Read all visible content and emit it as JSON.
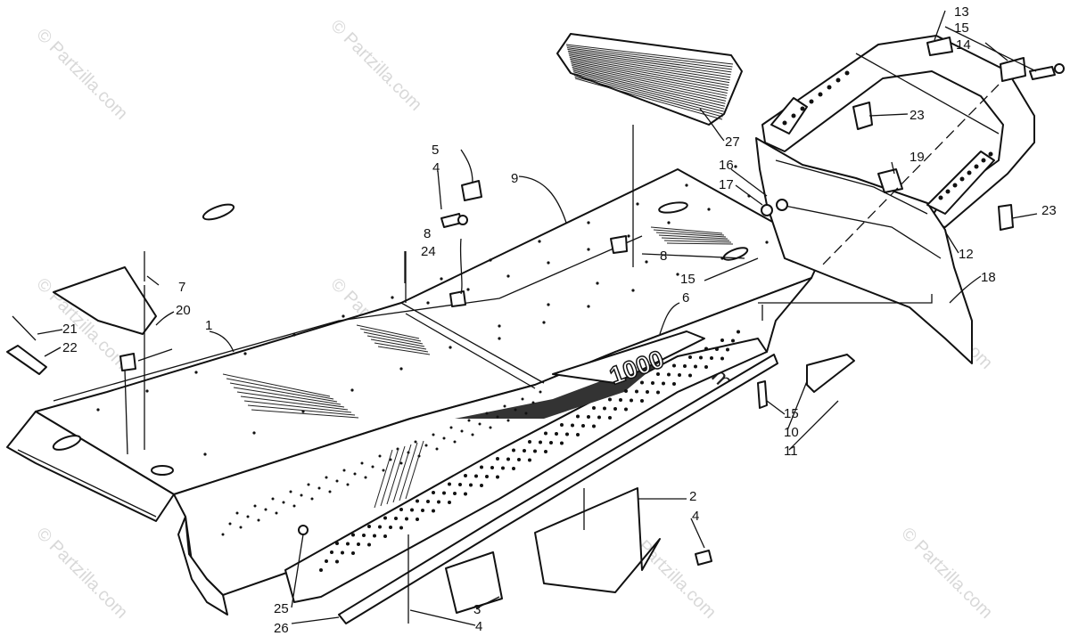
{
  "watermark": "© Partzilla.com",
  "callouts": [
    {
      "id": "c1",
      "text": "1"
    },
    {
      "id": "c2",
      "text": "2"
    },
    {
      "id": "c3",
      "text": "3"
    },
    {
      "id": "c4a",
      "text": "4"
    },
    {
      "id": "c4b",
      "text": "4"
    },
    {
      "id": "c4c",
      "text": "4"
    },
    {
      "id": "c5",
      "text": "5"
    },
    {
      "id": "c6",
      "text": "6"
    },
    {
      "id": "c7",
      "text": "7"
    },
    {
      "id": "c8a",
      "text": "8"
    },
    {
      "id": "c8b",
      "text": "8"
    },
    {
      "id": "c9",
      "text": "9"
    },
    {
      "id": "c10",
      "text": "10"
    },
    {
      "id": "c11",
      "text": "11"
    },
    {
      "id": "c12",
      "text": "12"
    },
    {
      "id": "c13",
      "text": "13"
    },
    {
      "id": "c14",
      "text": "14"
    },
    {
      "id": "c15a",
      "text": "15"
    },
    {
      "id": "c15b",
      "text": "15"
    },
    {
      "id": "c15c",
      "text": "15"
    },
    {
      "id": "c16",
      "text": "16"
    },
    {
      "id": "c17",
      "text": "17"
    },
    {
      "id": "c18",
      "text": "18"
    },
    {
      "id": "c19",
      "text": "19"
    },
    {
      "id": "c20",
      "text": "20"
    },
    {
      "id": "c21",
      "text": "21"
    },
    {
      "id": "c22",
      "text": "22"
    },
    {
      "id": "c23a",
      "text": "23"
    },
    {
      "id": "c23b",
      "text": "23"
    },
    {
      "id": "c24",
      "text": "24"
    },
    {
      "id": "c25",
      "text": "25"
    },
    {
      "id": "c26",
      "text": "26"
    },
    {
      "id": "c27",
      "text": "27"
    }
  ],
  "decal_text": "1000"
}
